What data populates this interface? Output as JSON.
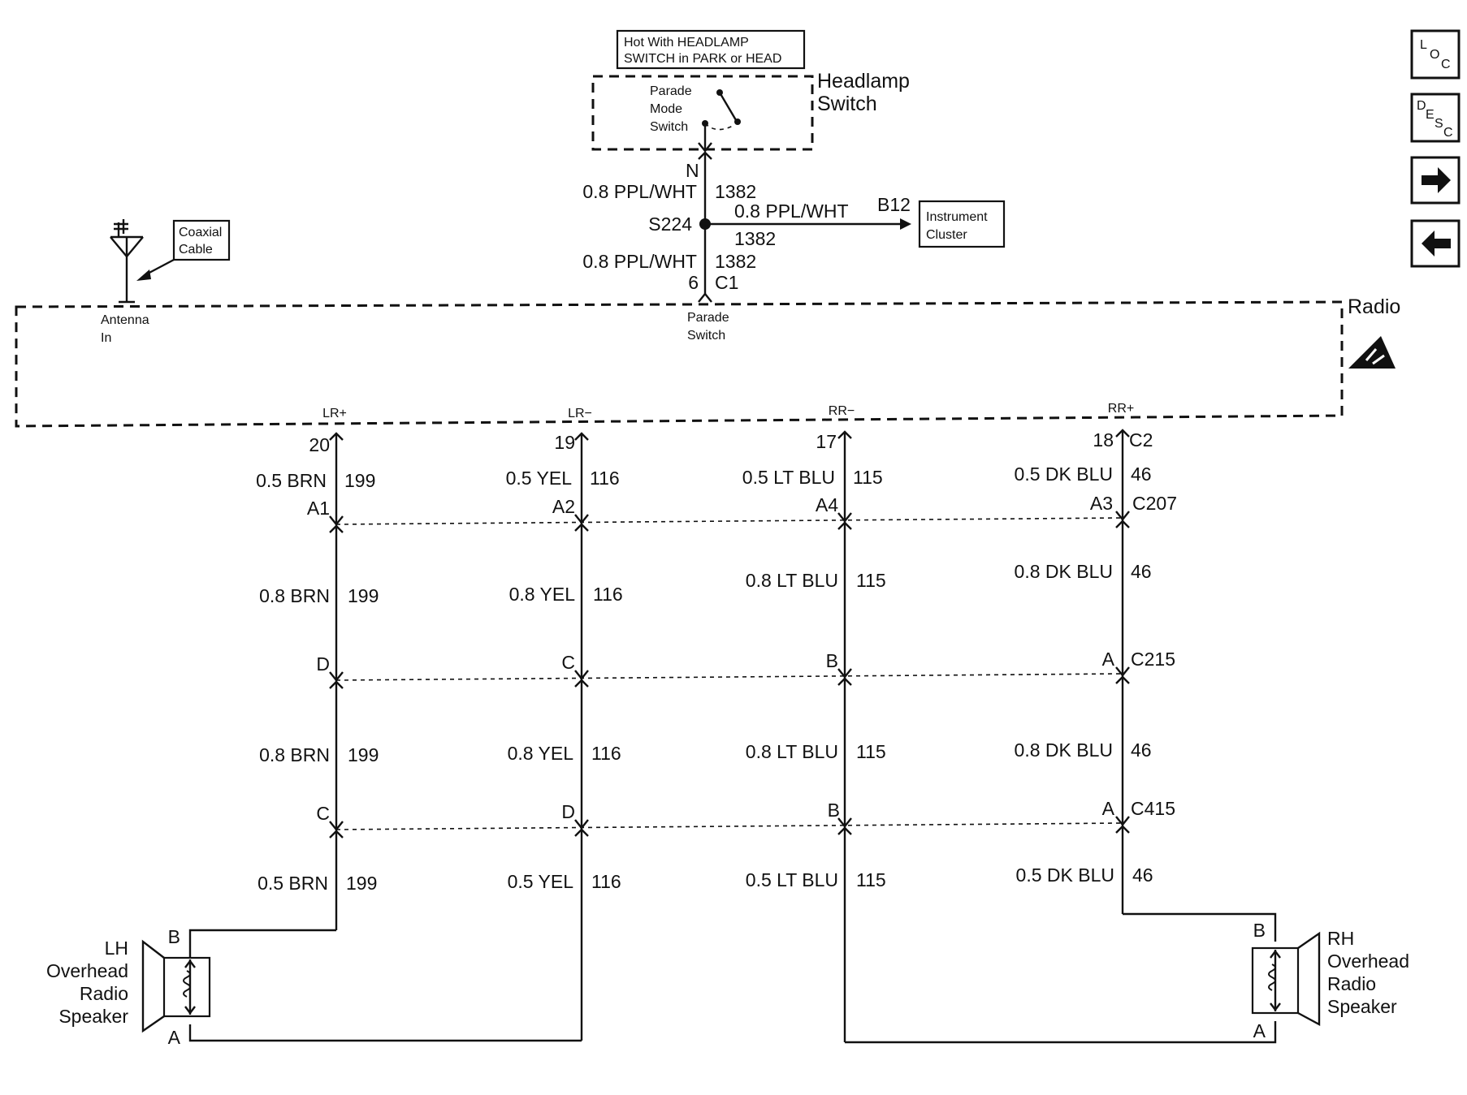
{
  "headlamp": {
    "hot_line1": "Hot With HEADLAMP",
    "hot_line2": "SWITCH in PARK or HEAD",
    "title_line1": "Headlamp",
    "title_line2": "Switch",
    "parade_line1": "Parade",
    "parade_line2": "Mode",
    "parade_line3": "Switch",
    "terminal": "N"
  },
  "splice": {
    "upper_wire": "0.8 PPL/WHT",
    "upper_circuit": "1382",
    "name": "S224",
    "branch_wire": "0.8 PPL/WHT",
    "branch_circuit": "1382",
    "branch_terminal": "B12",
    "lower_wire": "0.8 PPL/WHT",
    "lower_circuit": "1382",
    "lower_pin": "6",
    "lower_connector": "C1"
  },
  "instrument_cluster": {
    "line1": "Instrument",
    "line2": "Cluster"
  },
  "antenna": {
    "coax_line1": "Coaxial",
    "coax_line2": "Cable",
    "in_line1": "Antenna",
    "in_line2": "In"
  },
  "radio": {
    "title": "Radio",
    "parade_line1": "Parade",
    "parade_line2": "Switch",
    "outputs": [
      "LR+",
      "LR−",
      "RR−",
      "RR+"
    ],
    "pins": [
      "20",
      "19",
      "17",
      "18"
    ],
    "connector": "C2"
  },
  "segments": [
    {
      "wires": [
        "0.5 BRN",
        "0.5 YEL",
        "0.5 LT BLU",
        "0.5 DK BLU"
      ],
      "circuits": [
        "199",
        "116",
        "115",
        "46"
      ]
    },
    {
      "wires": [
        "0.8 BRN",
        "0.8 YEL",
        "0.8 LT BLU",
        "0.8 DK BLU"
      ],
      "circuits": [
        "199",
        "116",
        "115",
        "46"
      ]
    },
    {
      "wires": [
        "0.8 BRN",
        "0.8 YEL",
        "0.8 LT BLU",
        "0.8 DK BLU"
      ],
      "circuits": [
        "199",
        "116",
        "115",
        "46"
      ]
    },
    {
      "wires": [
        "0.5 BRN",
        "0.5 YEL",
        "0.5 LT BLU",
        "0.5 DK BLU"
      ],
      "circuits": [
        "199",
        "116",
        "115",
        "46"
      ]
    }
  ],
  "connectors": [
    {
      "name": "C207",
      "pins": [
        "A1",
        "A2",
        "A4",
        "A3"
      ]
    },
    {
      "name": "C215",
      "pins": [
        "D",
        "C",
        "B",
        "A"
      ]
    },
    {
      "name": "C415",
      "pins": [
        "C",
        "D",
        "B",
        "A"
      ]
    }
  ],
  "lh_speaker": {
    "line1": "LH",
    "line2": "Overhead",
    "line3": "Radio",
    "line4": "Speaker",
    "pin_top": "B",
    "pin_bottom": "A"
  },
  "rh_speaker": {
    "line1": "RH",
    "line2": "Overhead",
    "line3": "Radio",
    "line4": "Speaker",
    "pin_top": "B",
    "pin_bottom": "A"
  },
  "nav": {
    "loc": [
      "L",
      "O",
      "C"
    ],
    "desc": [
      "D",
      "E",
      "S",
      "C"
    ],
    "next_icon": "arrow-right-icon",
    "prev_icon": "arrow-left-icon"
  }
}
